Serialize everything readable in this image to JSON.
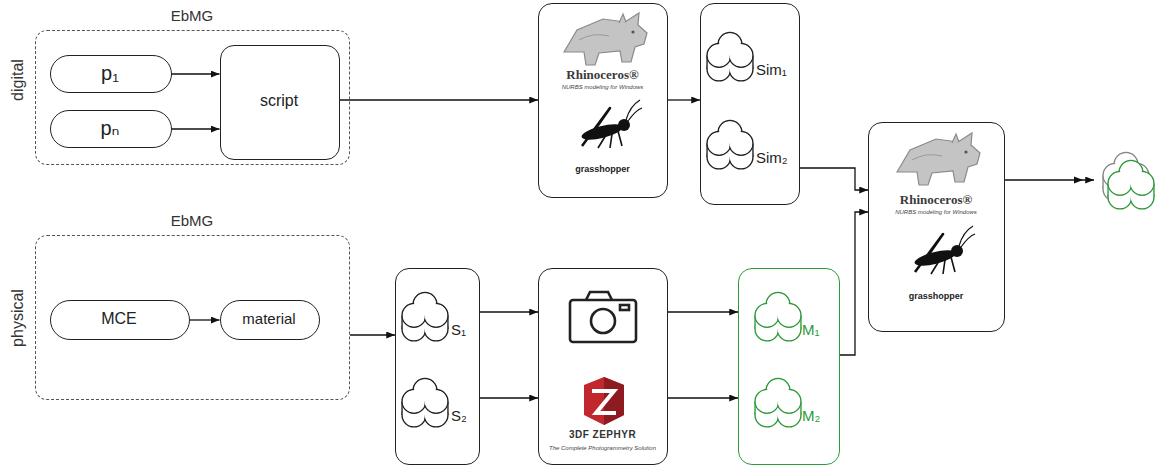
{
  "diagram": {
    "nodes": [
      {
        "text": [
          "EbMG"
        ]
      },
      {
        "text": [
          "p₁"
        ],
        "in": 0
      },
      {
        "text": [
          "pₙ"
        ],
        "in": 0
      },
      {
        "text": [
          "script"
        ],
        "in": 0
      },
      {
        "text": [
          "Rhinoceros®",
          "NURBS modeling for Windows",
          "grasshopper"
        ]
      },
      {
        "text": [
          "Sim₁",
          "Sim₂"
        ]
      },
      {
        "text": [
          "EbMG"
        ]
      },
      {
        "text": [
          "MCE"
        ],
        "in": 6
      },
      {
        "text": [
          "material"
        ],
        "in": 6
      },
      {
        "text": [
          "S₁",
          "S₂"
        ]
      },
      {
        "text": [
          "3DF ZEPHYR",
          "The Complete Photogrammetry Solution"
        ]
      },
      {
        "text": [
          "M₁",
          "M₂"
        ]
      },
      {
        "text": [
          "Rhinoceros®",
          "NURBS modeling for Windows",
          "grasshopper"
        ]
      }
    ],
    "edges": [
      {
        "from": 1,
        "to": 3,
        "arrow": "to"
      },
      {
        "from": 2,
        "to": 3,
        "arrow": "to"
      },
      {
        "from": 3,
        "to": 4,
        "arrow": "to"
      },
      {
        "from": 4,
        "to": 5,
        "arrow": "to"
      },
      {
        "from": 7,
        "to": 8,
        "arrow": "to"
      },
      {
        "from": 6,
        "to": 9,
        "arrow": "to"
      },
      {
        "from": 9,
        "to": 10,
        "arrow": "to"
      },
      {
        "from": 9,
        "to": 10,
        "arrow": "to"
      },
      {
        "from": 10,
        "to": 11,
        "arrow": "to"
      },
      {
        "from": 10,
        "to": 11,
        "arrow": "to"
      },
      {
        "from": 5,
        "to": 12,
        "arrow": "to"
      },
      {
        "from": 11,
        "to": 12,
        "arrow": "to"
      }
    ],
    "labels": [
      "digital",
      "physical"
    ]
  }
}
